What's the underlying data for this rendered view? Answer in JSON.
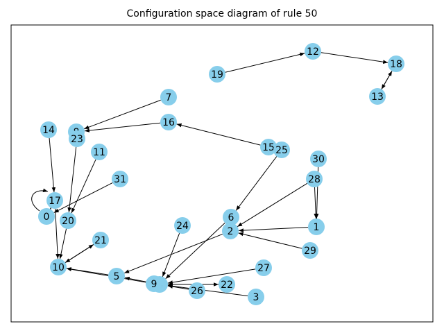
{
  "title": "Configuration space diagram of rule 50",
  "colors": {
    "node": "#87ceeb",
    "edge": "#000000",
    "frame": "#000000"
  },
  "nodes": [
    "0",
    "1",
    "2",
    "3",
    "4",
    "5",
    "6",
    "7",
    "8",
    "9",
    "10",
    "11",
    "12",
    "13",
    "14",
    "15",
    "16",
    "17",
    "18",
    "19",
    "20",
    "21",
    "22",
    "23",
    "24",
    "25",
    "26",
    "27",
    "28",
    "29",
    "30",
    "31"
  ],
  "edges": [
    [
      "19",
      "12"
    ],
    [
      "12",
      "18"
    ],
    [
      "18",
      "13"
    ],
    [
      "13",
      "18"
    ],
    [
      "7",
      "8"
    ],
    [
      "16",
      "8"
    ],
    [
      "15",
      "16"
    ],
    [
      "25",
      "6"
    ],
    [
      "14",
      "17"
    ],
    [
      "0",
      "17"
    ],
    [
      "17",
      "0"
    ],
    [
      "23",
      "20"
    ],
    [
      "11",
      "20"
    ],
    [
      "31",
      "0"
    ],
    [
      "17",
      "10"
    ],
    [
      "20",
      "10"
    ],
    [
      "10",
      "21"
    ],
    [
      "21",
      "10"
    ],
    [
      "30",
      "1"
    ],
    [
      "28",
      "1"
    ],
    [
      "28",
      "2"
    ],
    [
      "1",
      "2"
    ],
    [
      "29",
      "2"
    ],
    [
      "2",
      "5"
    ],
    [
      "6",
      "4"
    ],
    [
      "24",
      "4"
    ],
    [
      "5",
      "10"
    ],
    [
      "9",
      "10"
    ],
    [
      "4",
      "5"
    ],
    [
      "27",
      "4"
    ],
    [
      "26",
      "4"
    ],
    [
      "3",
      "4"
    ],
    [
      "4",
      "22"
    ],
    [
      "22",
      "4"
    ]
  ]
}
